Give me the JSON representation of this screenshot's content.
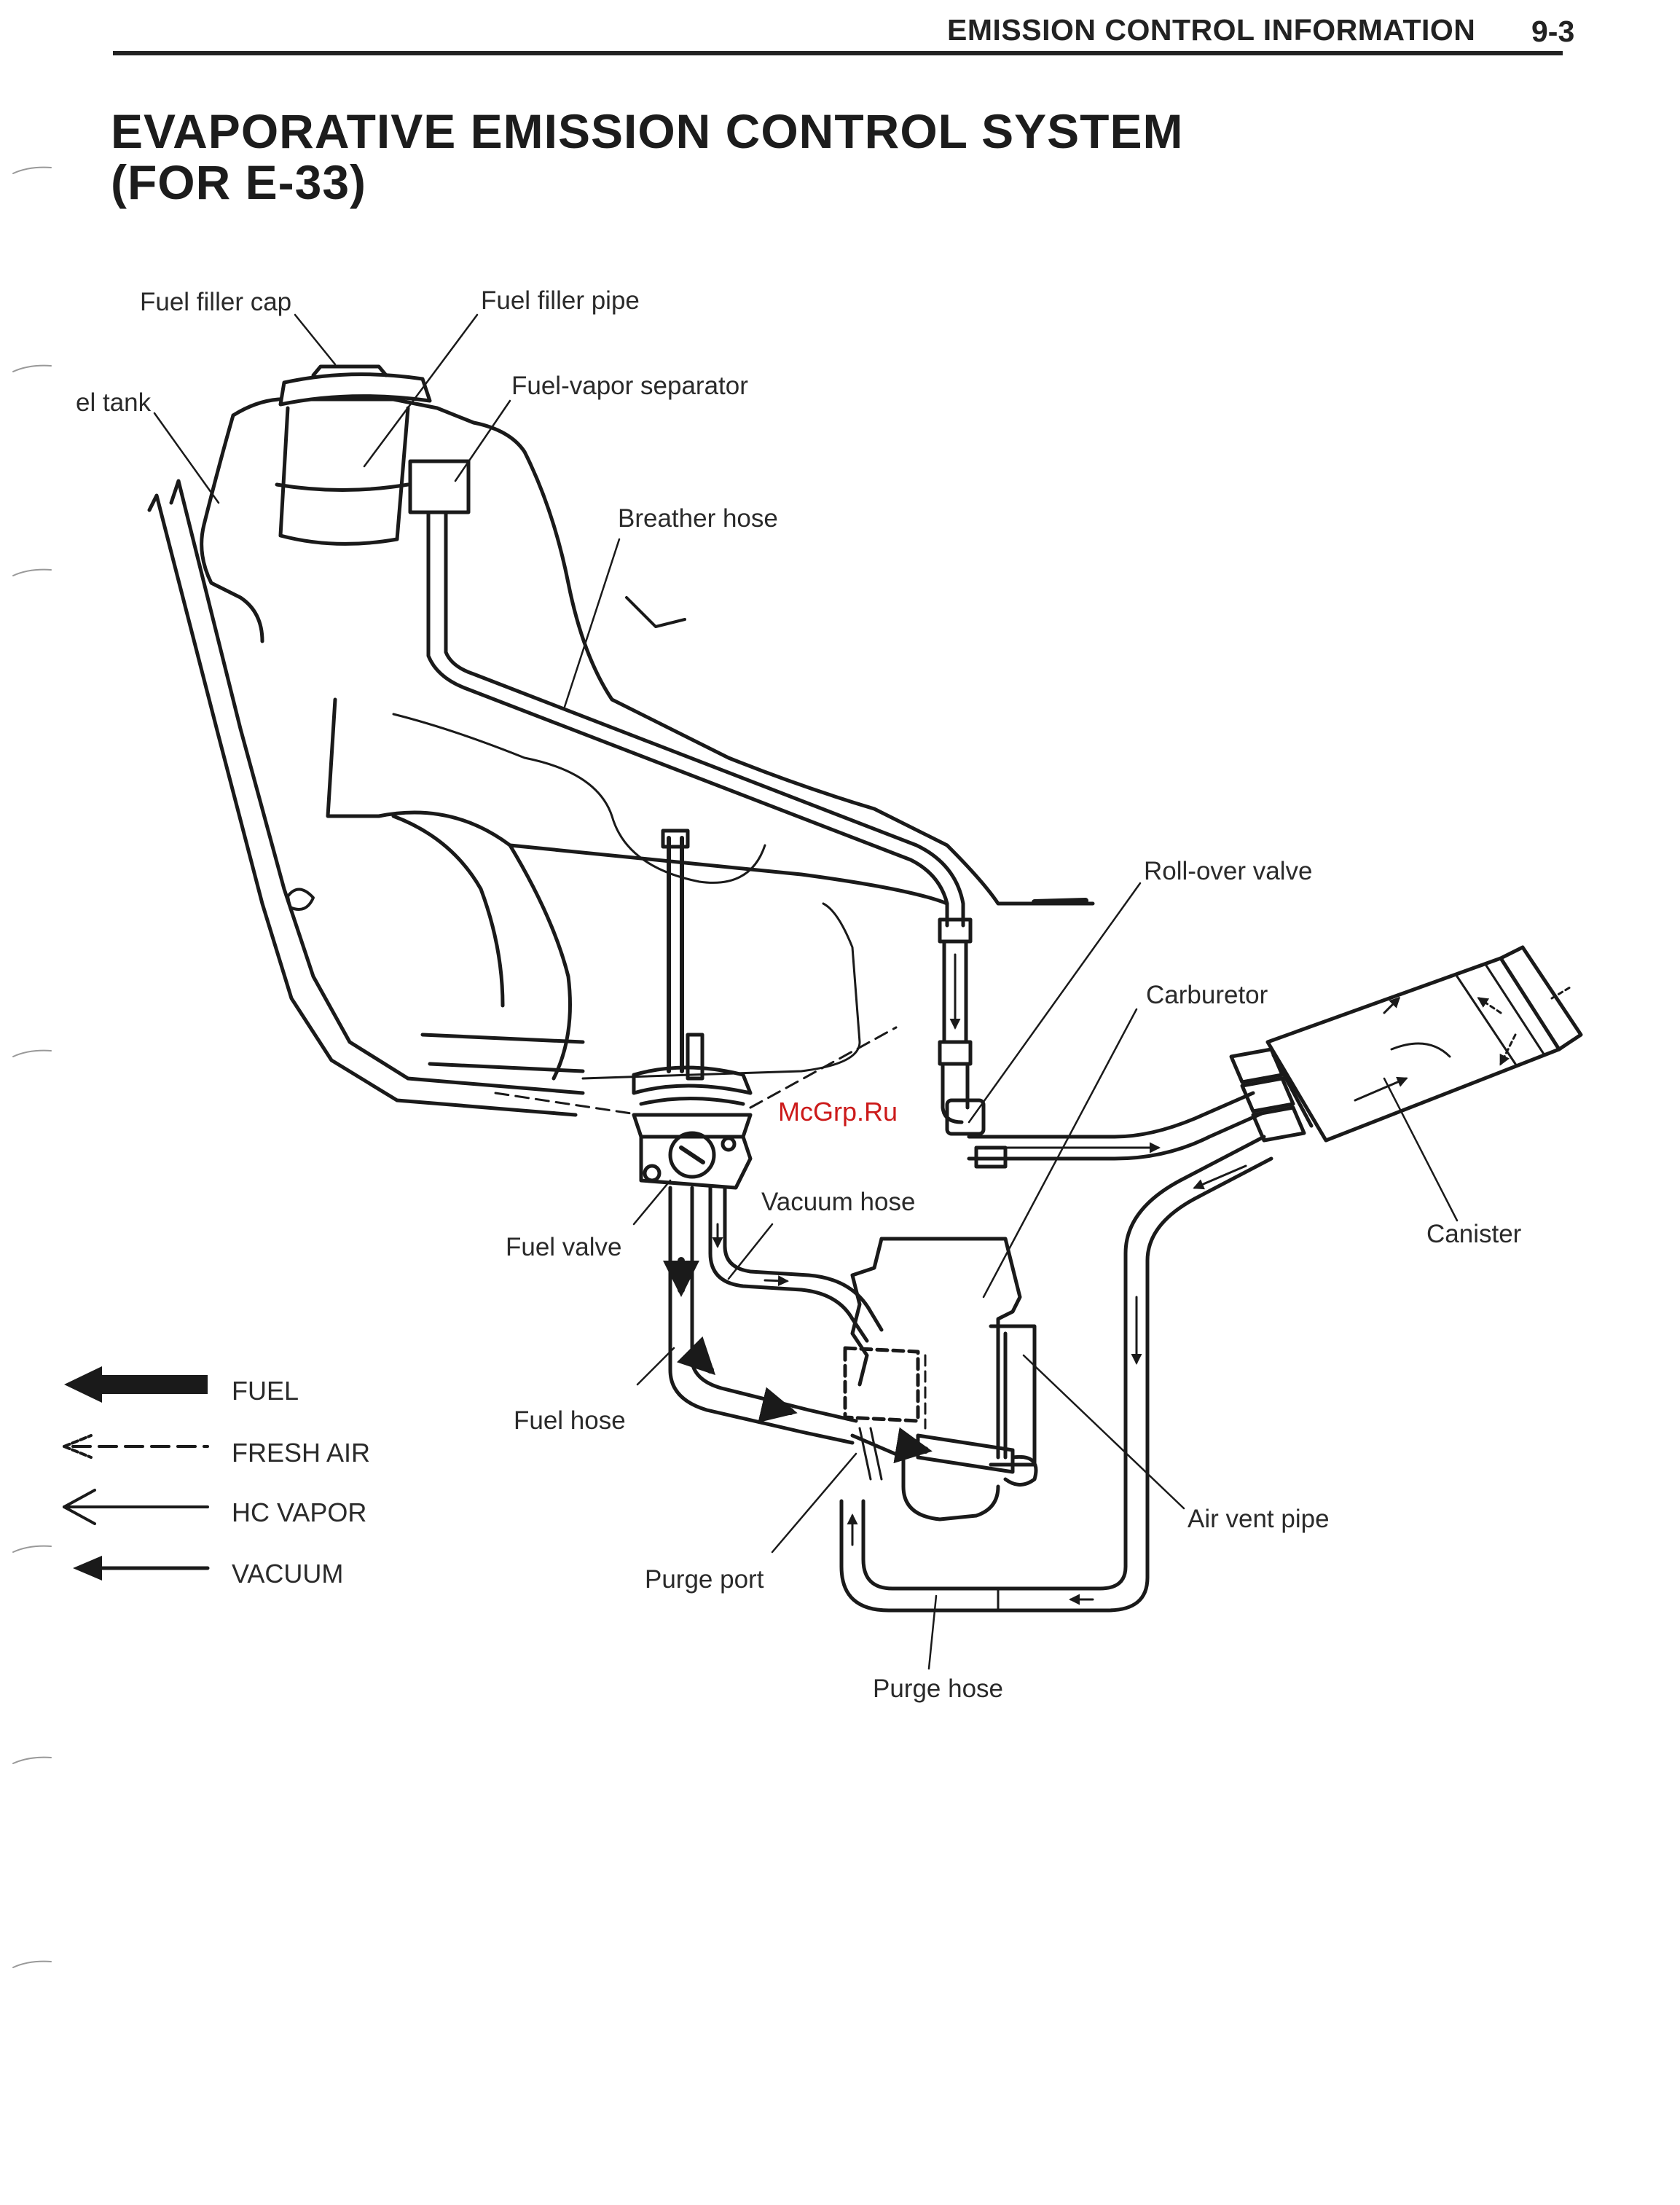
{
  "header": {
    "section": "EMISSION CONTROL INFORMATION",
    "page": "9-3"
  },
  "title": {
    "line1": "EVAPORATIVE EMISSION CONTROL SYSTEM",
    "line2": "(FOR E-33)"
  },
  "labels": {
    "fuel_filler_cap": "Fuel filler cap",
    "fuel_filler_pipe": "Fuel filler pipe",
    "fuel_tank": "el tank",
    "fuel_vapor_separator": "Fuel-vapor separator",
    "breather_hose": "Breather hose",
    "roll_over_valve": "Roll-over valve",
    "carburetor": "Carburetor",
    "vacuum_hose": "Vacuum hose",
    "fuel_valve": "Fuel valve",
    "canister": "Canister",
    "fuel_hose": "Fuel hose",
    "air_vent_pipe": "Air vent pipe",
    "purge_port": "Purge port",
    "purge_hose": "Purge hose"
  },
  "legend": {
    "fuel": "FUEL",
    "fresh_air": "FRESH AIR",
    "hc_vapor": "HC VAPOR",
    "vacuum": "VACUUM"
  },
  "watermark": "McGrp.Ru",
  "colors": {
    "ink": "#1a1a1a",
    "watermark": "#cc1a1a",
    "paper": "#ffffff"
  }
}
